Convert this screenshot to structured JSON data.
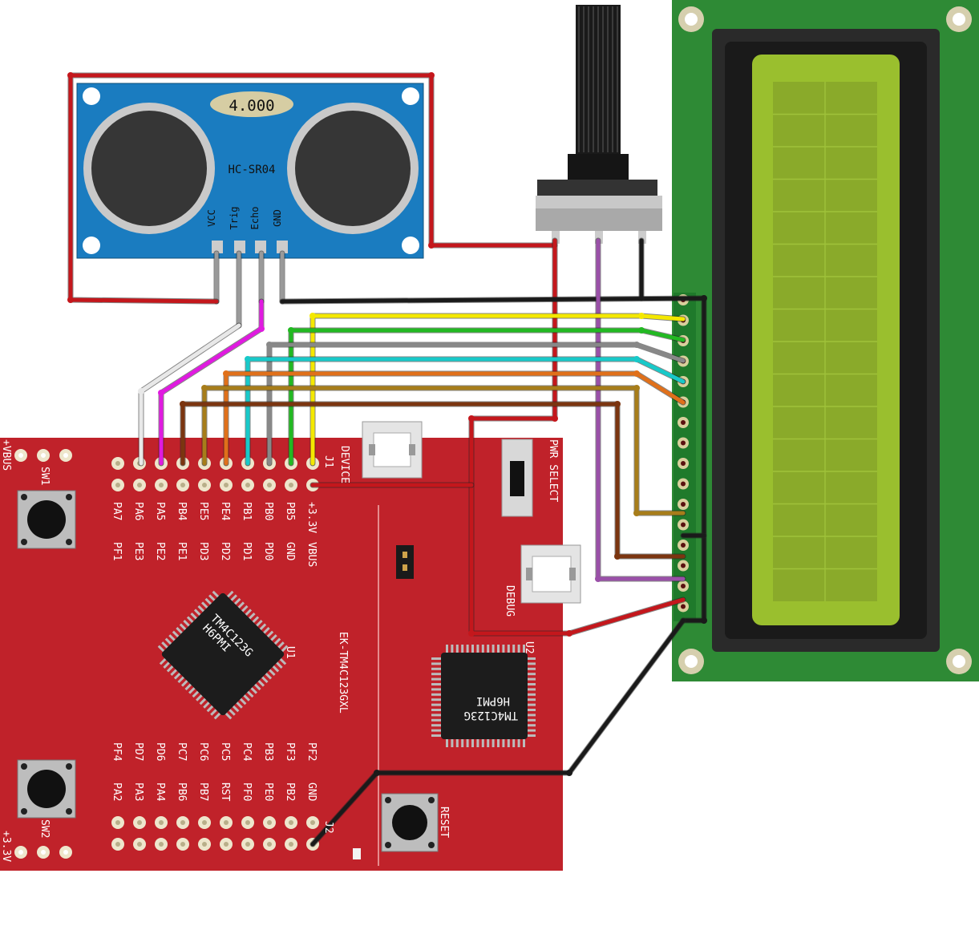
{
  "sensor": {
    "model": "HC-SR04",
    "crystal": "4.000",
    "pins": [
      "VCC",
      "Trig",
      "Echo",
      "GND"
    ]
  },
  "board": {
    "name": "EK-TM4C123GXL",
    "header_top_row1": [
      "PA7",
      "PA6",
      "PA5",
      "PB4",
      "PE5",
      "PE4",
      "PB1",
      "PB0",
      "PB5",
      "+3.3V"
    ],
    "header_top_row2": [
      "PF1",
      "PE3",
      "PE2",
      "PE1",
      "PD3",
      "PD2",
      "PD1",
      "PD0",
      "GND",
      "VBUS"
    ],
    "header_bot_row1": [
      "PF4",
      "PD7",
      "PD6",
      "PC7",
      "PC6",
      "PC5",
      "PC4",
      "PB3",
      "PF3",
      "PF2"
    ],
    "header_bot_row2": [
      "PA2",
      "PA3",
      "PA4",
      "PB6",
      "PB7",
      "RST",
      "PF0",
      "PE0",
      "PB2",
      "GND"
    ],
    "j1": "J1",
    "j2": "J2",
    "device": "DEVICE",
    "debug": "DEBUG",
    "pwr_select": "PWR SELECT",
    "reset": "RESET",
    "sw1": "SW1",
    "sw2": "SW2",
    "vbus_edge": "+VBUS",
    "v33_edge": "+3.3V",
    "u1": "U1",
    "u2": "U2",
    "chip_line1": "TM4C123G",
    "chip_line2": "H6PMI"
  },
  "wire_colors": {
    "red": "#c4171c",
    "black": "#1a1a1a",
    "yellow": "#f4e800",
    "green": "#22b922",
    "gray": "#888888",
    "cyan": "#18c9c9",
    "orange": "#e0701a",
    "olive": "#a77d1a",
    "brown": "#7b3510",
    "magenta": "#e01ae0",
    "white": "#e8e8e8",
    "purple": "#9a50a8"
  }
}
